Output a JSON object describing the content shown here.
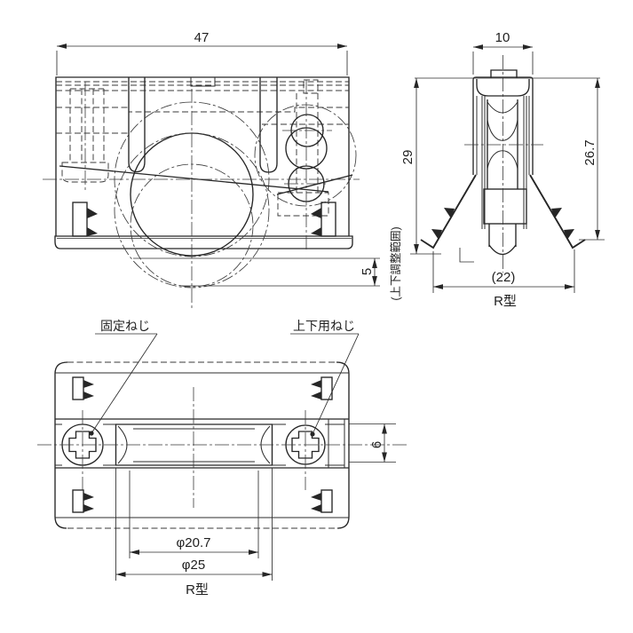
{
  "drawing": {
    "background": "#ffffff",
    "line_color": "#262626",
    "side_view": {
      "width_dim": "47",
      "travel_dim": "5",
      "travel_note": "(上下調整範囲)"
    },
    "front_view": {
      "width_dim": "10",
      "height_dim": "29",
      "body_height_dim": "26.7",
      "leg_span_dim": "(22)",
      "type_label": "R型"
    },
    "bottom_view": {
      "fixing_screw_label": "固定ねじ",
      "adjusting_screw_label": "上下用ねじ",
      "groove_width_dim": "6",
      "groove_dia_dim": "φ20.7",
      "wheel_dia_dim": "φ25",
      "type_label": "R型"
    }
  }
}
